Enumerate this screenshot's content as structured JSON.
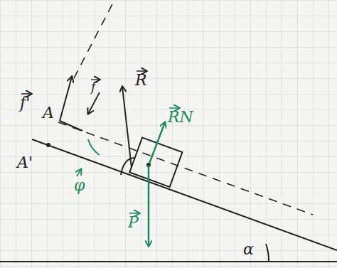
{
  "diagram": {
    "labels": [
      "f'",
      "A",
      "f",
      "R",
      "RN",
      "A'",
      "φ",
      "P",
      "α"
    ]
  }
}
